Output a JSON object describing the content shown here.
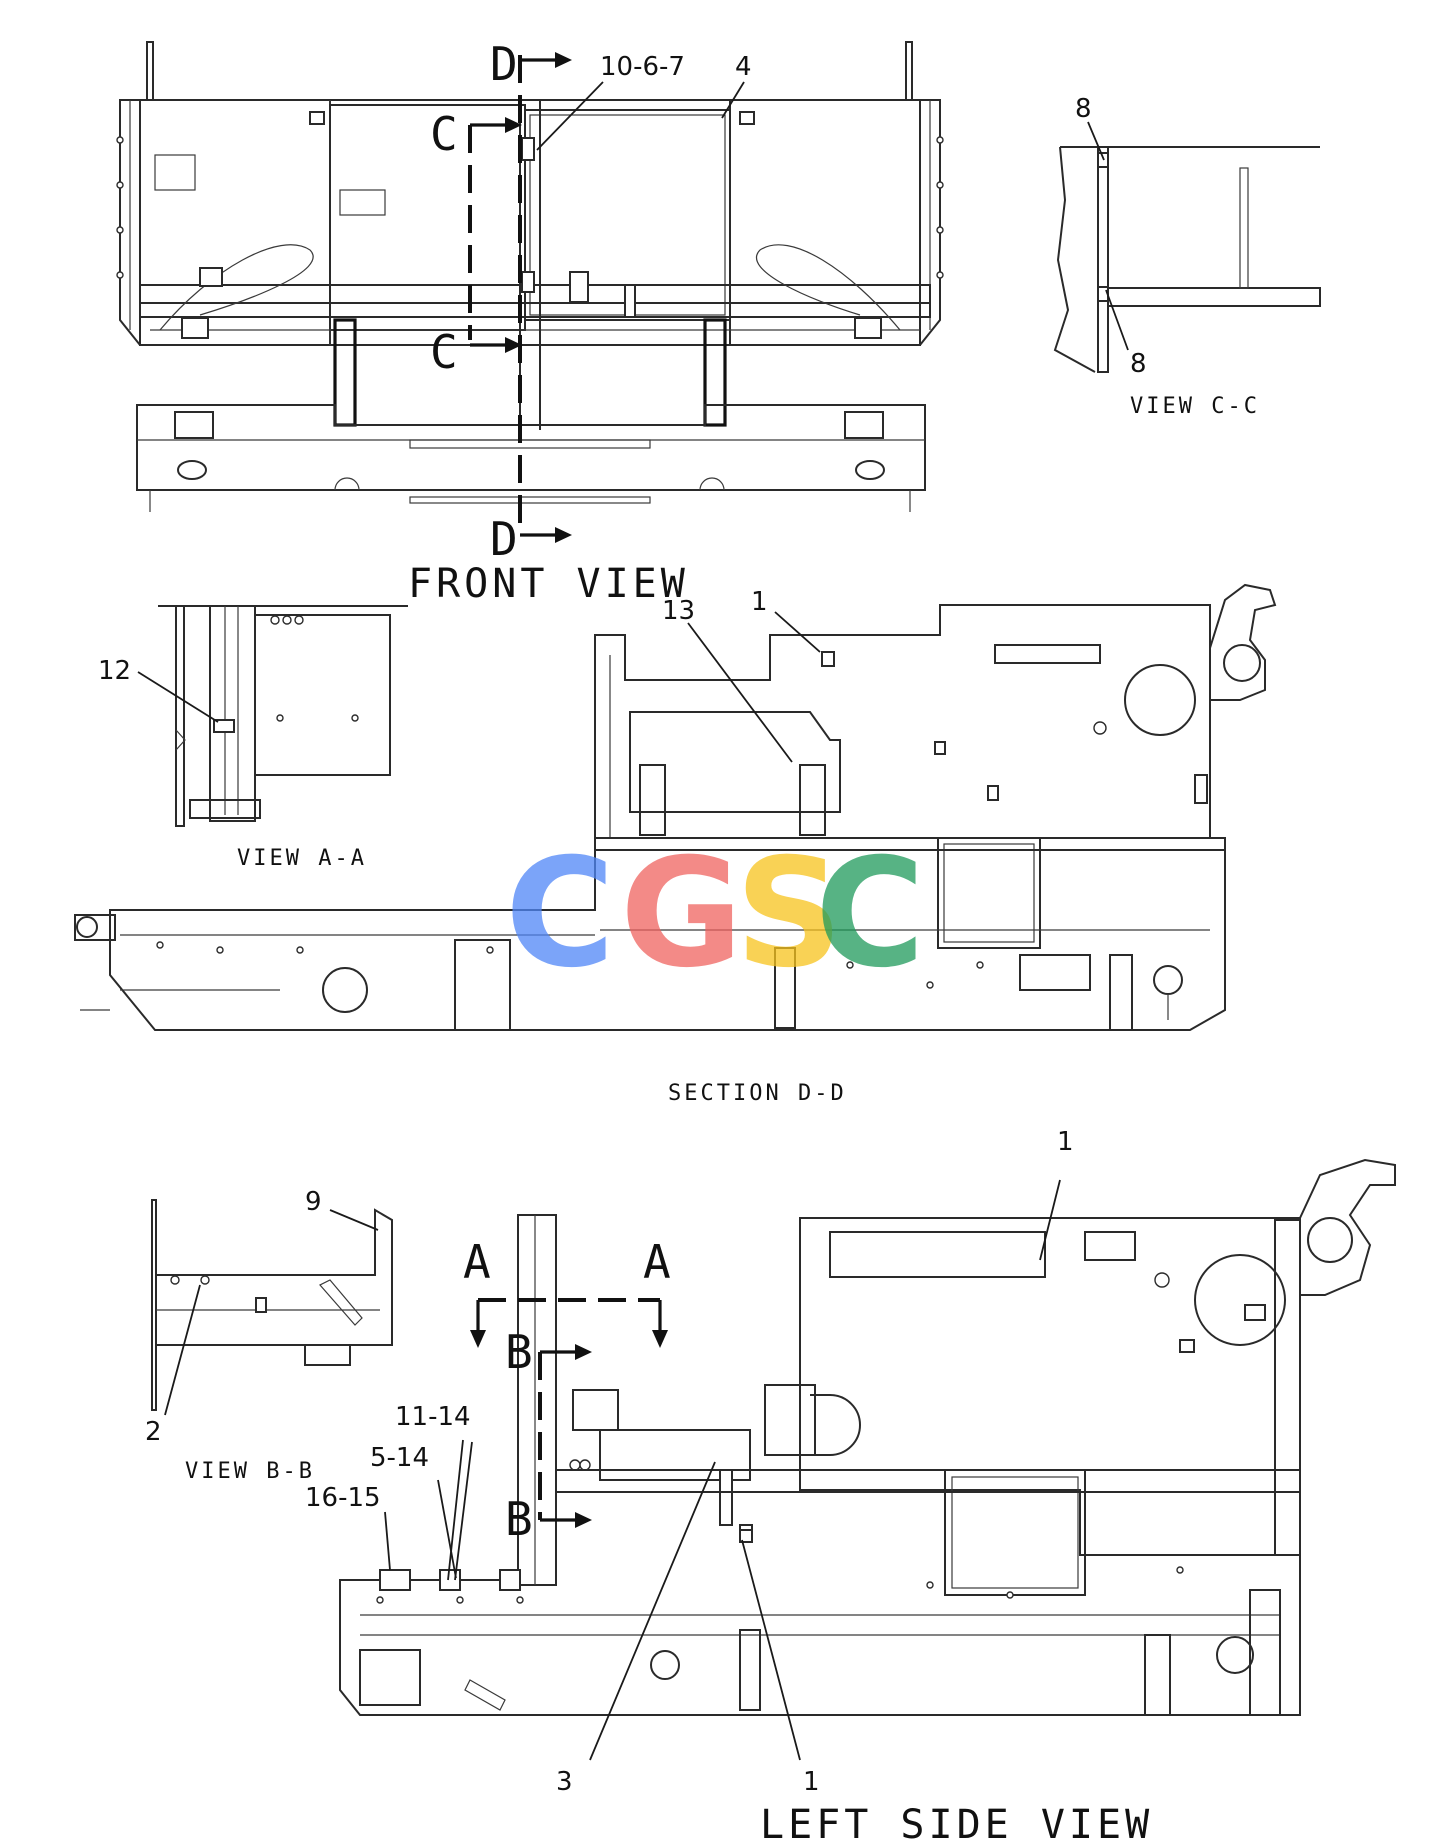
{
  "views": {
    "front": "FRONT VIEW",
    "section_dd": "SECTION D-D",
    "left_side": "LEFT SIDE VIEW",
    "view_aa": "VIEW A-A",
    "view_bb": "VIEW B-B",
    "view_cc": "VIEW C-C"
  },
  "section_markers": {
    "d_top": "D",
    "d_bottom": "D",
    "c_top": "C",
    "c_bottom": "C",
    "a_left": "A",
    "a_right": "A",
    "b_top": "B",
    "b_bottom": "B"
  },
  "callouts": {
    "front_10_6_7": "10-6-7",
    "front_4": "4",
    "cc_8_top": "8",
    "cc_8_bottom": "8",
    "aa_12": "12",
    "dd_13": "13",
    "dd_1": "1",
    "bb_9": "9",
    "bb_2": "2",
    "ls_1_top": "1",
    "ls_11_14": "11-14",
    "ls_5_14": "5-14",
    "ls_16_15": "16-15",
    "ls_3": "3",
    "ls_1_bottom": "1"
  },
  "watermark": {
    "letters": [
      {
        "char": "C",
        "color": "#4f86f7"
      },
      {
        "char": "G",
        "color": "#f0635f"
      },
      {
        "char": "S",
        "color": "#f7c31d"
      },
      {
        "char": "C",
        "color": "#1f9a5b"
      }
    ]
  }
}
